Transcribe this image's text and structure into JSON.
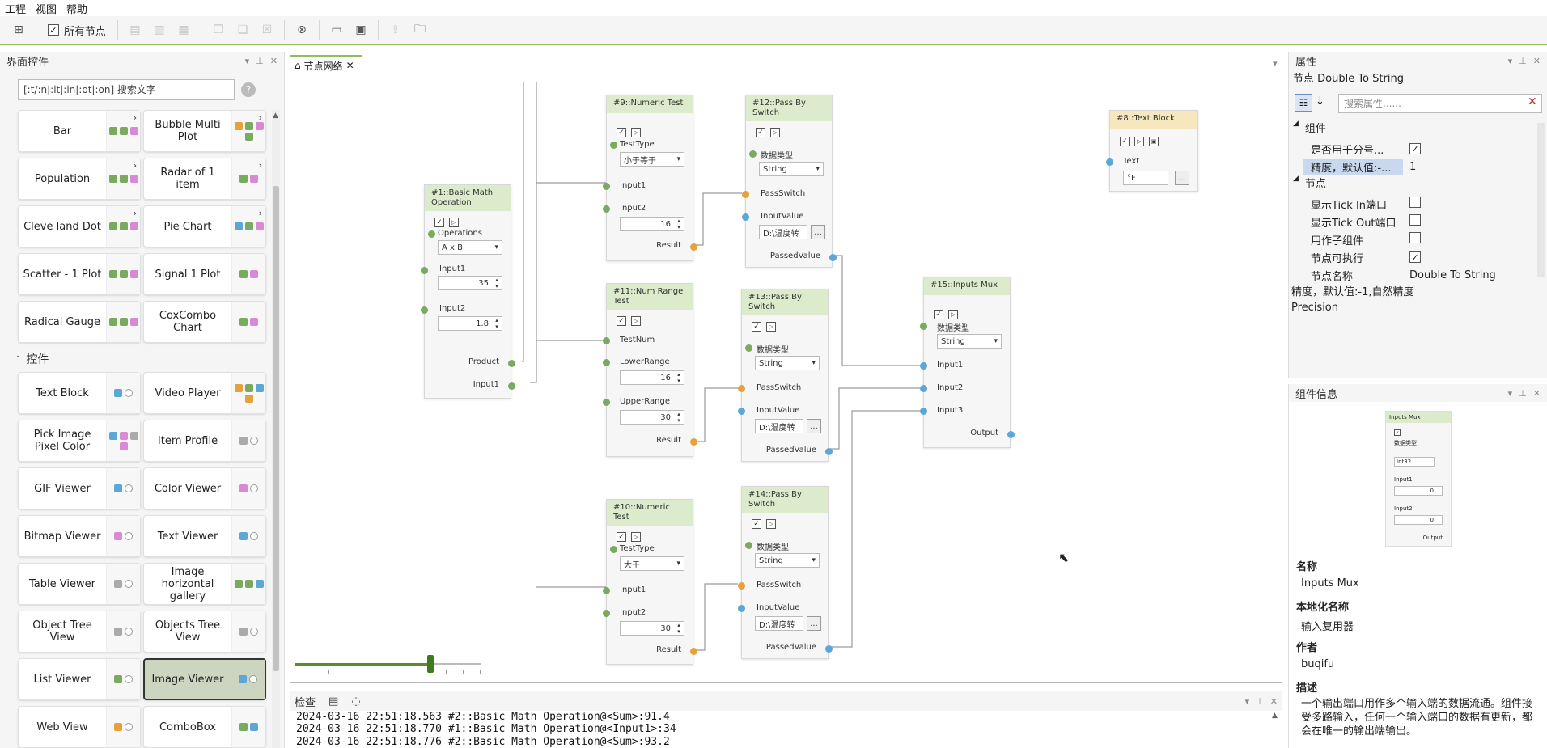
{
  "menu": [
    "工程",
    "视图",
    "帮助"
  ],
  "toolbar": {
    "all_nodes_label": "所有节点"
  },
  "left_panel": {
    "title": "界面控件",
    "search_placeholder": "[:t/:n|:it|:in|:ot|:on] 搜索文字",
    "section_controls": "控件",
    "plot_widgets": [
      "Bar",
      "Bubble Multi Plot",
      "Population",
      "Radar of 1 item",
      "Cleve land Dot",
      "Pie Chart",
      "Scatter - 1 Plot",
      "Signal 1 Plot",
      "Radical Gauge",
      "CoxCombo Chart"
    ],
    "control_widgets": [
      "Text Block",
      "Video Player",
      "Pick Image Pixel Color",
      "Item Profile",
      "GIF Viewer",
      "Color Viewer",
      "Bitmap Viewer",
      "Text Viewer",
      "Table Viewer",
      "Image horizontal gallery",
      "Object Tree View",
      "Objects Tree View",
      "List Viewer",
      "Image Viewer",
      "Web View",
      "ComboBox"
    ],
    "selected_widget": "Image Viewer"
  },
  "canvas": {
    "tab_label": "节点网络",
    "nodes": {
      "n1": {
        "title": "#1::Basic Math Operation",
        "operations_label": "Operations",
        "operation": "A x B",
        "input1_label": "Input1",
        "input1": "35",
        "input2_label": "Input2",
        "input2": "1.8",
        "product_label": "Product",
        "out_input1_label": "Input1"
      },
      "n9": {
        "title": "#9::Numeric Test",
        "testtype_label": "TestType",
        "testtype": "小于等于",
        "input1_label": "Input1",
        "input2_label": "Input2",
        "input2": "16",
        "result_label": "Result"
      },
      "n11": {
        "title": "#11::Num Range Test",
        "testnum_label": "TestNum",
        "lower_label": "LowerRange",
        "lower": "16",
        "upper_label": "UpperRange",
        "upper": "30",
        "result_label": "Result"
      },
      "n10": {
        "title": "#10::Numeric Test",
        "testtype_label": "TestType",
        "testtype": "大于",
        "input1_label": "Input1",
        "input2_label": "Input2",
        "input2": "30",
        "result_label": "Result"
      },
      "n12": {
        "title": "#12::Pass By Switch",
        "dtype_label": "数据类型",
        "dtype": "String",
        "switch_label": "PassSwitch",
        "value_label": "InputValue",
        "value": "D:\\温度转",
        "passed_label": "PassedValue"
      },
      "n13": {
        "title": "#13::Pass By Switch",
        "dtype_label": "数据类型",
        "dtype": "String",
        "switch_label": "PassSwitch",
        "value_label": "InputValue",
        "value": "D:\\温度转",
        "passed_label": "PassedValue"
      },
      "n14": {
        "title": "#14::Pass By Switch",
        "dtype_label": "数据类型",
        "dtype": "String",
        "switch_label": "PassSwitch",
        "value_label": "InputValue",
        "value": "D:\\温度转",
        "passed_label": "PassedValue"
      },
      "n15": {
        "title": "#15::Inputs Mux",
        "dtype_label": "数据类型",
        "dtype": "String",
        "in1": "Input1",
        "in2": "Input2",
        "in3": "Input3",
        "out": "Output"
      },
      "n8": {
        "title": "#8::Text Block",
        "text_label": "Text",
        "text": "°F"
      }
    },
    "browse_label": "..."
  },
  "log": {
    "title": "检查",
    "lines": [
      "2024-03-16 22:51:18.563 #2::Basic Math Operation@<Sum>:91.4",
      "2024-03-16 22:51:18.770 #1::Basic Math Operation@<Input1>:34",
      "2024-03-16 22:51:18.776 #2::Basic Math Operation@<Sum>:93.2"
    ]
  },
  "properties": {
    "title": "属性",
    "node_label": "节点  Double To String",
    "search_placeholder": "搜索属性......",
    "sect_component": "组件",
    "sect_node": "节点",
    "rows_component": [
      {
        "key": "是否用千分号...",
        "type": "check",
        "checked": true
      },
      {
        "key": "精度，默认值:-...",
        "value": "1",
        "highlight": true
      }
    ],
    "rows_node": [
      {
        "key": "显示Tick In端口",
        "type": "check",
        "checked": false
      },
      {
        "key": "显示Tick Out端口",
        "type": "check",
        "checked": false
      },
      {
        "key": "用作子组件",
        "type": "check",
        "checked": false
      },
      {
        "key": "节点可执行",
        "type": "check",
        "checked": true
      },
      {
        "key": "节点名称",
        "value": "Double To String"
      }
    ],
    "desc_line1": "精度，默认值:-1,自然精度",
    "desc_line2": "Precision"
  },
  "info": {
    "title": "组件信息",
    "mini": {
      "title": "Inputs Mux",
      "dtype_label": "数据类型",
      "dtype": "Int32",
      "in1": "Input1",
      "in1_val": "0",
      "in2": "Input2",
      "in2_val": "0",
      "out": "Output"
    },
    "name_label": "名称",
    "name": "Inputs Mux",
    "local_label": "本地化名称",
    "local": "输入复用器",
    "author_label": "作者",
    "author": "buqifu",
    "desc_label": "描述",
    "desc": "一个输出端口用作多个输入端的数据流通。组件接受多路输入，任何一个输入端口的数据有更新，都会在唯一的输出端输出。"
  },
  "colors": {
    "accent": "#8fbf5a",
    "node_header": "#dcebcc",
    "port_green": "#7aa960",
    "port_orange": "#e5a23a",
    "port_blue": "#5aa7d8"
  }
}
